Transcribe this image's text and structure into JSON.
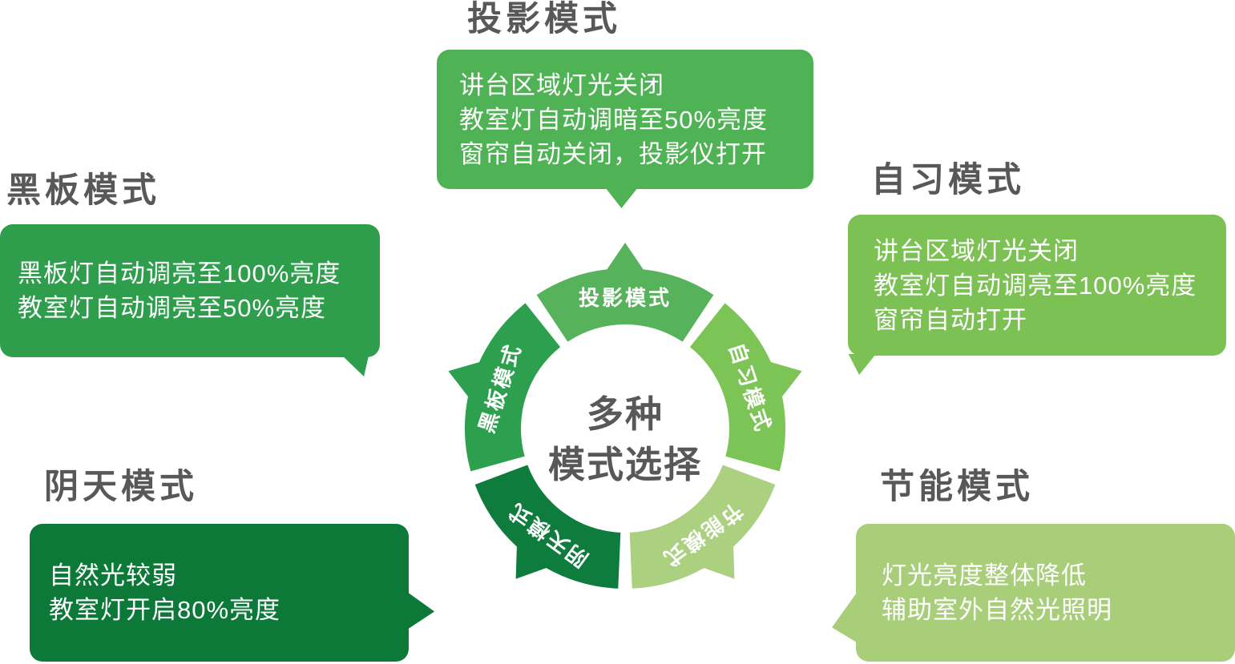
{
  "center": {
    "line1": "多种",
    "line2": "模式选择"
  },
  "colors": {
    "background": "#ffffff",
    "title_text": "#595757",
    "body_text": "#ffffff"
  },
  "modes": [
    {
      "id": "projection",
      "title": "投影模式",
      "label": "投影模式",
      "ring_color": "#57b35b",
      "box_color": "#4fb254",
      "lines": [
        "讲台区域灯光关闭",
        "教室灯自动调暗至50%亮度",
        "窗帘自动关闭，投影仪打开"
      ]
    },
    {
      "id": "study",
      "title": "自习模式",
      "label": "自习模式",
      "ring_color": "#7dc457",
      "box_color": "#7cc153",
      "lines": [
        "讲台区域灯光关闭",
        "教室灯自动调亮至100%亮度",
        "窗帘自动打开"
      ]
    },
    {
      "id": "energy-saving",
      "title": "节能模式",
      "label": "节能模式",
      "ring_color": "#aad080",
      "box_color": "#a8ce7a",
      "lines": [
        "灯光亮度整体降低",
        "辅助室外自然光照明"
      ]
    },
    {
      "id": "cloudy",
      "title": "阴天模式",
      "label": "阴天模式",
      "ring_color": "#0e7c3c",
      "box_color": "#0c7939",
      "lines": [
        "自然光较弱",
        "教室灯开启80%亮度"
      ]
    },
    {
      "id": "blackboard",
      "title": "黑板模式",
      "label": "黑板模式",
      "ring_color": "#2ca04e",
      "box_color": "#2e9e4c",
      "lines": [
        "黑板灯自动调亮至100%亮度",
        "教室灯自动调亮至50%亮度"
      ]
    }
  ]
}
